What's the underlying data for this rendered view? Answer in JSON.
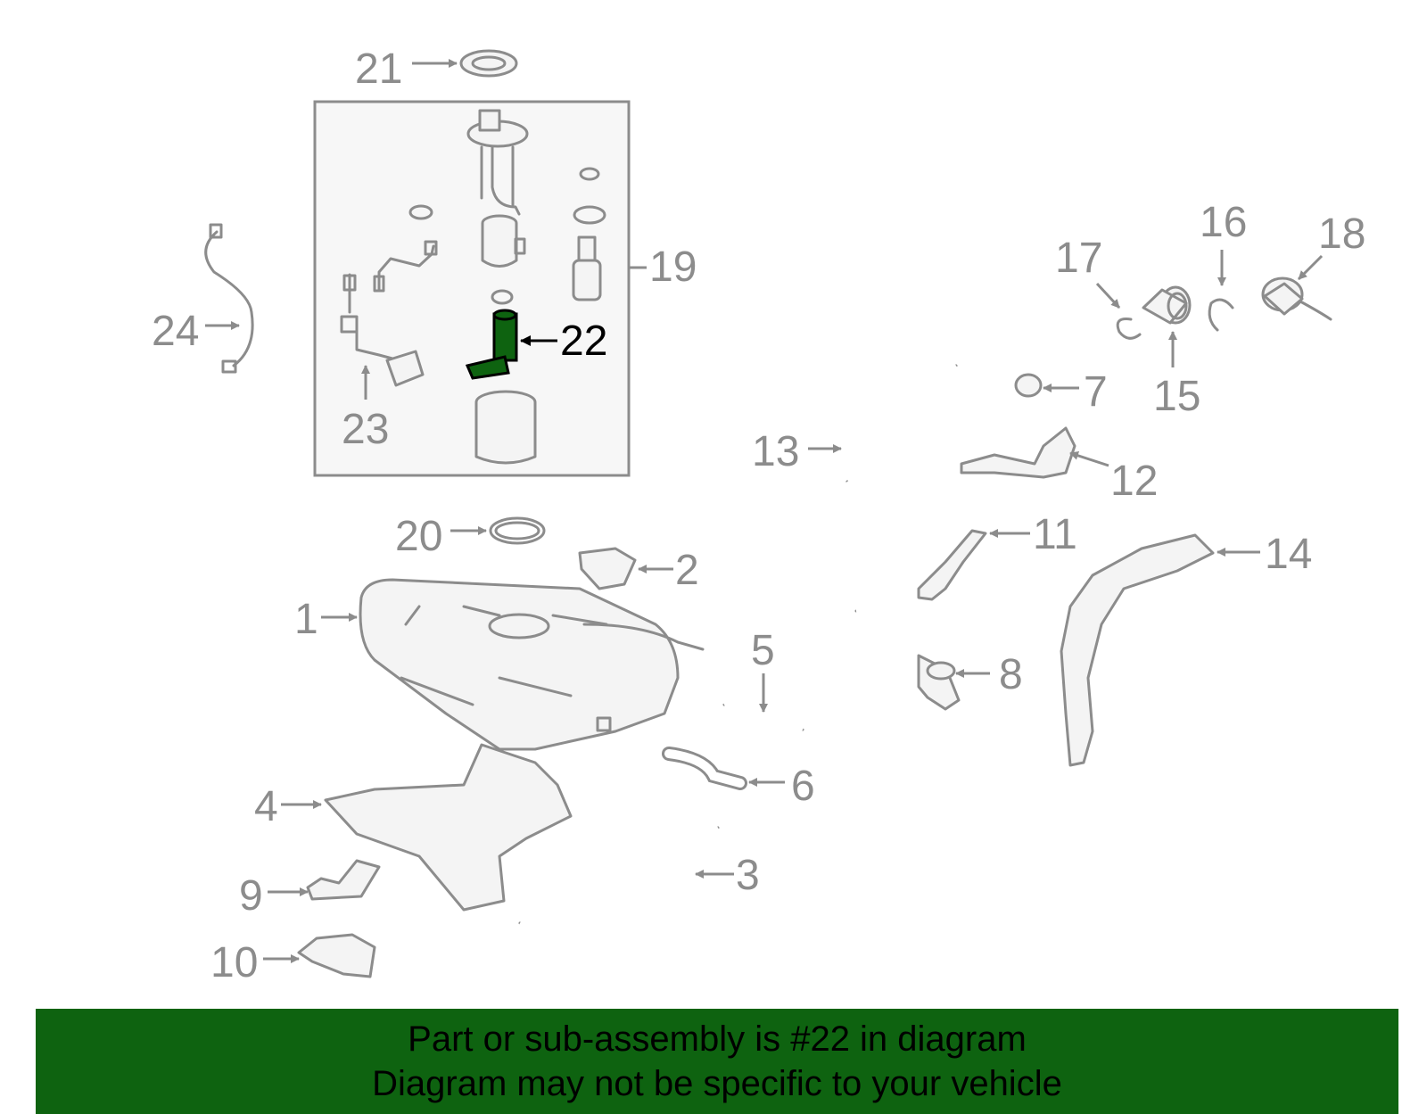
{
  "diagram": {
    "highlight_color": "#0e6310",
    "callouts": {
      "c1": "1",
      "c2": "2",
      "c3": "3",
      "c4": "4",
      "c5": "5",
      "c6": "6",
      "c7": "7",
      "c8": "8",
      "c9": "9",
      "c10": "10",
      "c11": "11",
      "c12": "12",
      "c13": "13",
      "c14": "14",
      "c15": "15",
      "c16": "16",
      "c17": "17",
      "c18": "18",
      "c19": "19",
      "c20": "20",
      "c21": "21",
      "c22": "22",
      "c23": "23",
      "c24": "24"
    }
  },
  "banner": {
    "line1": "Part or sub-assembly is #22 in diagram",
    "line2": "Diagram may not be specific to your vehicle",
    "background": "#0e6310"
  }
}
